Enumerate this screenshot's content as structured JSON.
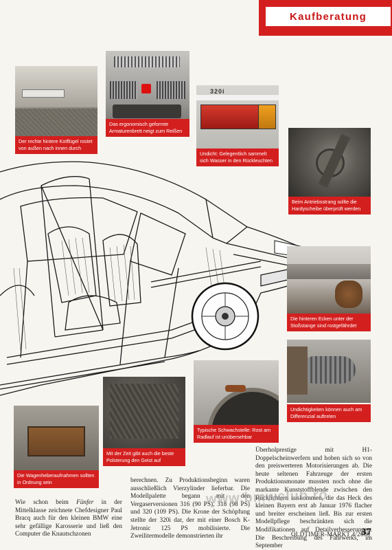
{
  "header": {
    "section_title": "Kaufberatung"
  },
  "captions": {
    "kotfluegel": "Der rechte hintere Kotflügel rostet von außen nach innen durch",
    "armaturenbrett": "Das ergonomisch geformte Armaturenbrett neigt zum Reißen",
    "rueckleuchten": "Undicht: Gelegentlich sammelt sich Wasser in den Rückleuchten",
    "antriebsstrang": "Beim Antriebsstrang sollte die Hardyscheibe überprüft werden",
    "ecken": "Die hinteren Ecken unter der Stoßstange sind rostgefährdet",
    "differenzial": "Undichtigkeiten können auch am Differenzial auftreten",
    "radlauf": "Typische Schwachstelle: Rost am Radlauf ist unübersehbar",
    "polsterung": "Mit der Zeit gibt auch die beste Polsterung den Geist auf",
    "wagenheber": "Die Wagenheberaufnahmen sollten in Ordnung sein"
  },
  "photo_labels": {
    "badge": "320i"
  },
  "body": {
    "col1_pre": "Wie schon beim ",
    "col1_em": "Fünfer",
    "col1_post": " in der Mittelklasse zeichnete Chefdesigner Paul Bracq auch für den kleinen BMW eine sehr gefällige Karosserie und ließ den Computer die Knautschzonen",
    "col2": "berechnen. Zu Produktionsbeginn waren ausschließlich Vierzylinder lieferbar. Die Modellpalette begann mit den Vergaserversionen 316 (90 PS), 318 (98 PS) und 320 (109 PS). Die Krone der Schöpfung stellte der 320i dar, der mit einer Bosch K-Jetronic 125 PS mobilisierte. Die Zweilitermodelle demonstrierten ihr",
    "col3": "Überholprestige mit H1-Doppelscheinwerfern und hoben sich so von den preiswerteren Motorisierungen ab. Die heute seltenen Fahrzeuge der ersten Produktionsmonate mussten noch ohne die markante Kunststoffblende zwischen den Rücklichtern auskommen, die das Heck des kleinen Bayern erst ab Januar 1976 flacher und breiter erscheinen ließ. Bis zur ersten Modellpflege beschränkten sich die Modifikationen auf Detailverbesserungen. Die Beschreibung des Fahrwerks, im September"
  },
  "footer": {
    "magazine": "OLDTIMER-MARKT 4/2000",
    "page": "37"
  },
  "watermark": "www.bmwclub.ro",
  "colors": {
    "accent": "#d41f1f"
  }
}
